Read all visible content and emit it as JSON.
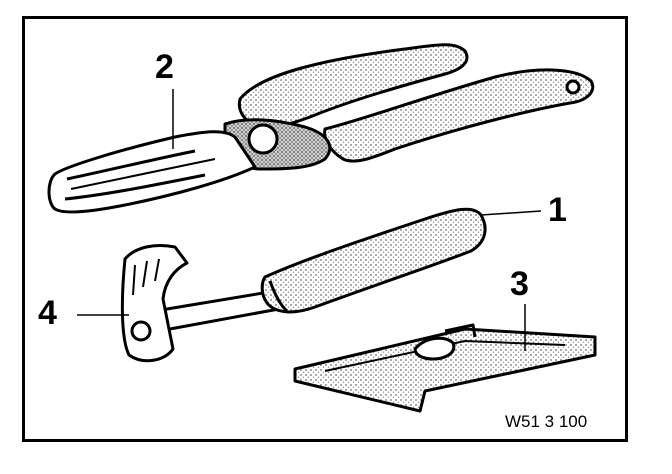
{
  "callouts": {
    "c1": "1",
    "c2": "2",
    "c3": "3",
    "c4": "4"
  },
  "figure_ref": "W51 3 100",
  "parts": {
    "handle_tool": "handle-with-hook",
    "pliers": "pliers",
    "plate": "plate-tool"
  },
  "colors": {
    "ink": "#000000",
    "stipple": "#9a9a9a",
    "paper": "#ffffff"
  }
}
